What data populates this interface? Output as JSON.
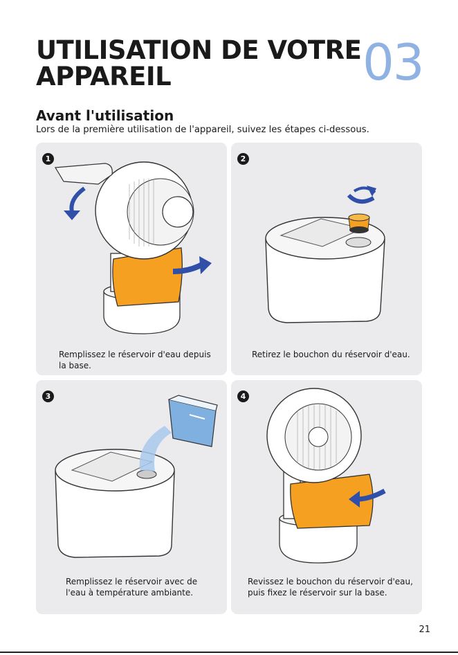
{
  "header": {
    "title_line1": "UTILISATION DE VOTRE",
    "title_line2": "APPAREIL",
    "chapter_number": "03"
  },
  "section": {
    "subtitle": "Avant l'utilisation",
    "intro": "Lors de la première utilisation de l'appareil, suivez les étapes ci-dessous."
  },
  "steps": [
    {
      "number": "1",
      "caption": "Remplissez le réservoir d'eau depuis la base."
    },
    {
      "number": "2",
      "caption": "Retirez le bouchon du réservoir d'eau."
    },
    {
      "number": "3",
      "caption": "Remplissez le réservoir avec de l'eau à température ambiante."
    },
    {
      "number": "4",
      "caption": "Revissez le bouchon du réservoir d'eau, puis fixez le réservoir sur la base."
    }
  ],
  "footer": {
    "page_number": "21"
  },
  "colors": {
    "accent_blue": "#8fb2e3",
    "tank_orange": "#f5a020",
    "arrow_blue": "#2f4fa8",
    "card_bg": "#ebebee"
  }
}
